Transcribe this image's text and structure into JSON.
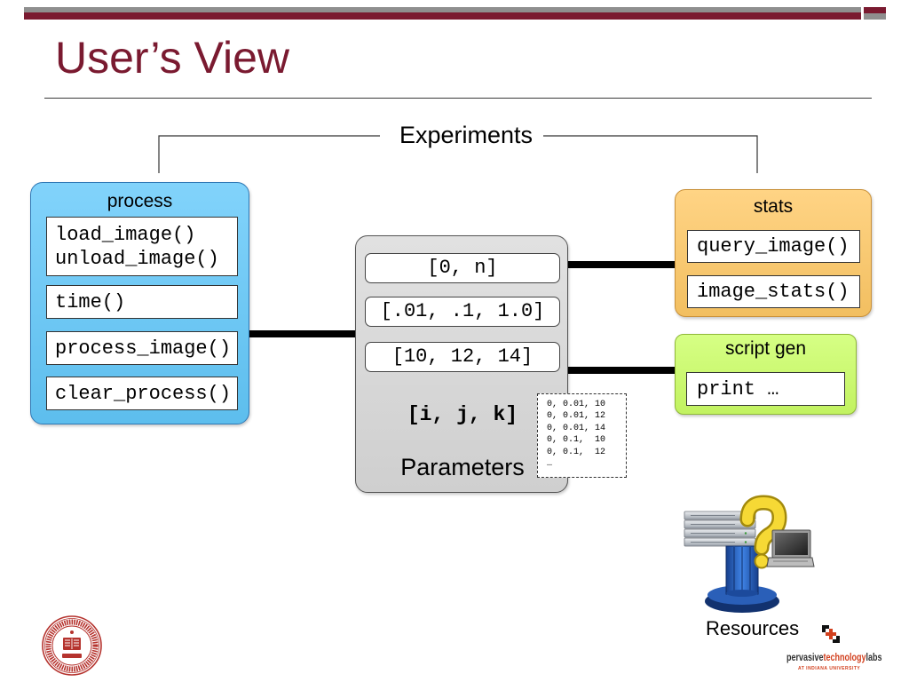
{
  "slide": {
    "title": "User’s View"
  },
  "experiments": {
    "label": "Experiments"
  },
  "process": {
    "label": "process",
    "boxes": [
      [
        "load_image()",
        "unload_image()"
      ],
      [
        "time()"
      ],
      [
        "process_image()"
      ],
      [
        "clear_process()"
      ]
    ]
  },
  "parameters": {
    "label": "Parameters",
    "ranges": [
      "[0, n]",
      "[.01, .1, 1.0]",
      "[10, 12, 14]"
    ],
    "tuple": "[i, j, k]",
    "combinations": [
      "0, 0.01, 10",
      "0, 0.01, 12",
      "0, 0.01, 14",
      "0, 0.1,  10",
      "0, 0.1,  12",
      "…"
    ]
  },
  "stats": {
    "label": "stats",
    "functions": [
      "query_image()",
      "image_stats()"
    ]
  },
  "script_gen": {
    "label": "script gen",
    "functions": [
      "print …"
    ]
  },
  "resources": {
    "label": "Resources",
    "icons": [
      "server-rack-icon",
      "question-mark-icon",
      "laptop-icon",
      "supercomputer-icon"
    ]
  },
  "logos": {
    "seal_icon": "indiana-university-seal-icon",
    "ptl": {
      "icon": "pervasive-technology-labs-icon",
      "word_1": "pervasive",
      "word_2": "technology",
      "word_3": "labs",
      "subtitle": "AT INDIANA UNIVERSITY"
    }
  },
  "colors": {
    "title": "#7a1a30",
    "header_bar": "#7a1a30",
    "header_bar_gray": "#8f8f8f",
    "process_fill": "#62c8fa",
    "process_border": "#2f78b5",
    "parameters_fill": "#dadada",
    "parameters_border": "#555555",
    "stats_fill": "#ffc966",
    "stats_border": "#c9913a",
    "script_gen_fill": "#ccff66",
    "script_gen_border": "#8fb838",
    "connector": "#000000",
    "ptl_accent": "#d2401e",
    "seal": "#b5332e"
  }
}
